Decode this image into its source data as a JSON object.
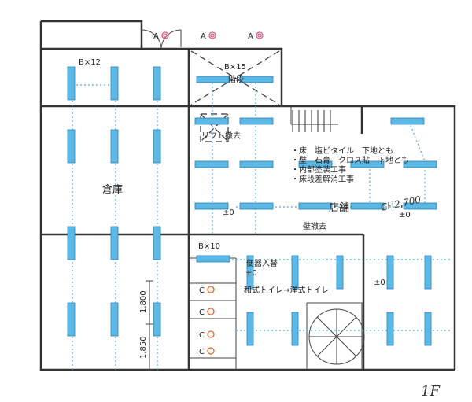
{
  "floor_label": "1F",
  "rooms": {
    "warehouse": "倉庫",
    "store": "店舗"
  },
  "light_counts": {
    "warehouse": "B×12",
    "stairs_top": "B×15",
    "toilet_area": "B×10"
  },
  "annotations": {
    "stairs": "階段",
    "lift_removal": "リフト撤去",
    "wall_removal": "壁撤去",
    "toilet_replace": "便器入替",
    "toilet_change": "和式トイレ→洋式トイレ",
    "ceiling_height": "CH2,700"
  },
  "notes": [
    "・床　塩ビタイル　下地とも",
    "・壁　石膏　クロス貼　下地とも",
    "・内部塗装工事",
    "・床段差解消工事"
  ],
  "levels": {
    "store_left": "±0",
    "store_right": "±0",
    "lower": "±0",
    "toilet": "±0"
  },
  "dimensions": {
    "d1": "1,800",
    "d2": "1,850"
  },
  "symbols": {
    "a": "A",
    "c": "C"
  },
  "colors": {
    "light_fill": "#5cb8e4",
    "a_mark": "#e05a8c",
    "c_mark": "#e0662a"
  }
}
